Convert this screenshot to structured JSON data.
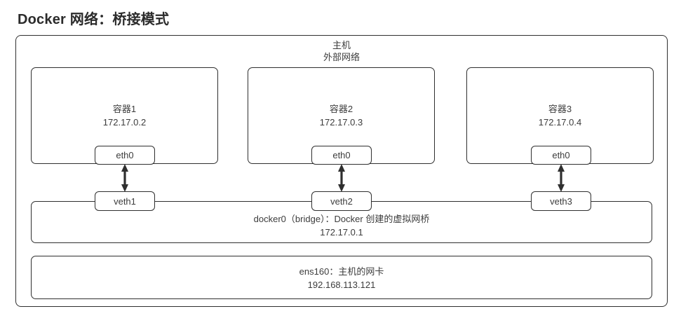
{
  "title": "Docker 网络：桥接模式",
  "host": {
    "label_line1": "主机",
    "label_line2": "外部网络"
  },
  "containers": [
    {
      "name": "容器1",
      "ip": "172.17.0.2",
      "interface": "eth0",
      "veth": "veth1"
    },
    {
      "name": "容器2",
      "ip": "172.17.0.3",
      "interface": "eth0",
      "veth": "veth2"
    },
    {
      "name": "容器3",
      "ip": "172.17.0.4",
      "interface": "eth0",
      "veth": "veth3"
    }
  ],
  "bridge": {
    "label_line1": "docker0（bridge）：Docker 创建的虚拟网桥",
    "label_line2": "172.17.0.1"
  },
  "nic": {
    "label_line1": "ens160：主机的网卡",
    "label_line2": "192.168.113.121"
  },
  "colors": {
    "stroke": "#2f2f2f",
    "text": "#3c3c3c",
    "title": "#2b2b2b",
    "background": "#ffffff"
  }
}
